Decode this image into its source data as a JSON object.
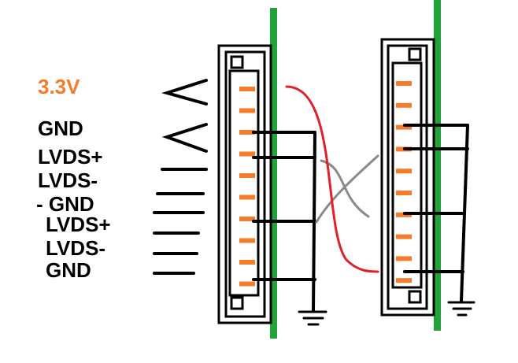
{
  "colors": {
    "background": "#ffffff",
    "ink": "#000000",
    "voltage_label": "#f47c2a",
    "pin": "#f47c2a",
    "pcb_edge": "#22a33a",
    "power_wire": "#e0202a",
    "crossed_wires": "#8a8a8a"
  },
  "labels": {
    "vcc": "3.3V",
    "gnd_1": "GND",
    "lvds_p_1": "LVDS+",
    "lvds_n_1": "LVDS-",
    "gnd_2": "- GND",
    "lvds_p_2": "LVDS+",
    "lvds_n_2": "LVDS-",
    "gnd_3": "GND"
  },
  "connectors": [
    {
      "name": "left-connector",
      "pin_count": 10
    },
    {
      "name": "right-connector",
      "pin_count": 10
    }
  ],
  "icons": [
    "ground-symbol-icon",
    "ground-symbol-icon"
  ]
}
